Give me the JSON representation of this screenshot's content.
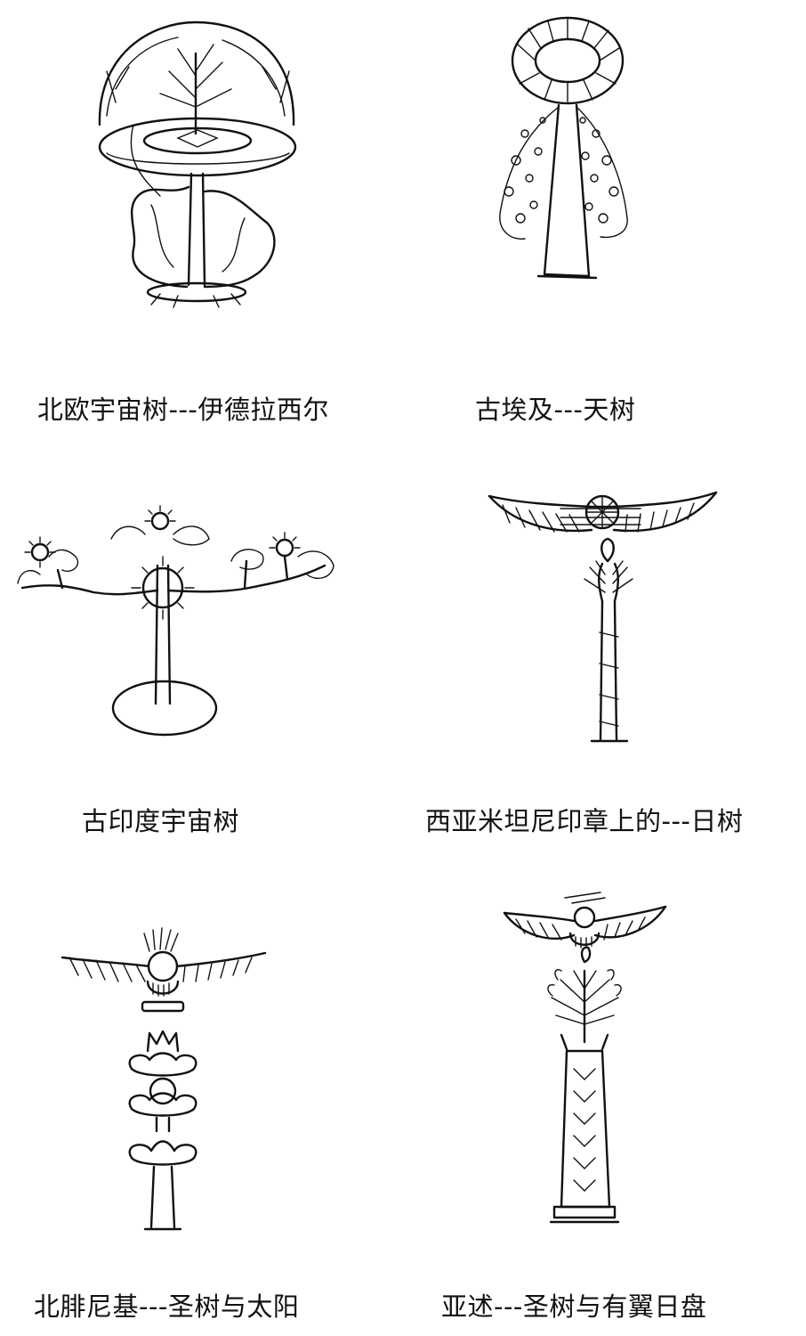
{
  "figures": [
    {
      "caption": "北欧宇宙树---伊德拉西尔",
      "icon": "yggdrasil-tree-illustration"
    },
    {
      "caption": "古埃及---天树",
      "icon": "egyptian-sky-tree-illustration"
    },
    {
      "caption": "古印度宇宙树",
      "icon": "indian-cosmic-tree-illustration"
    },
    {
      "caption": "西亚米坦尼印章上的---日树",
      "icon": "mitanni-sun-tree-illustration"
    },
    {
      "caption": "北腓尼基---圣树与太阳",
      "icon": "phoenician-sacred-tree-illustration"
    },
    {
      "caption": "亚述---圣树与有翼日盘",
      "icon": "assyrian-winged-disk-tree-illustration"
    }
  ],
  "colors": {
    "ink": "#111111",
    "background": "#ffffff"
  }
}
